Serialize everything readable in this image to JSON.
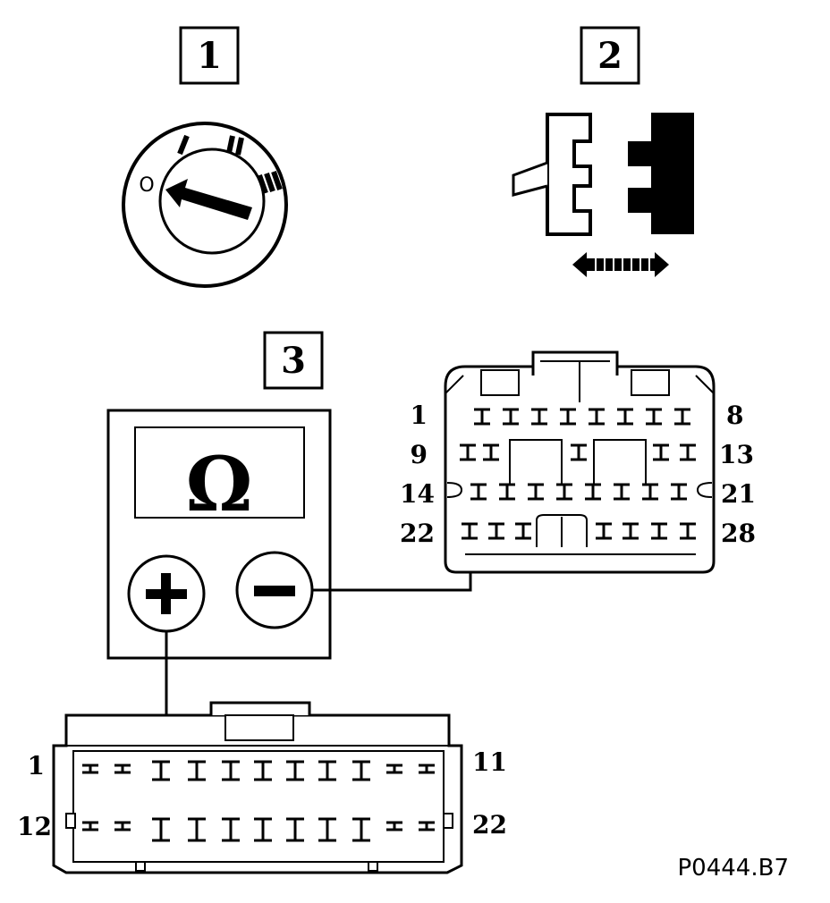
{
  "steps": {
    "step1": "1",
    "step2": "2",
    "step3": "3"
  },
  "ignition_switch": {
    "positions": [
      "O",
      "I",
      "II",
      "III"
    ]
  },
  "meter": {
    "display_symbol": "Ω",
    "plus_symbol": "+",
    "minus_symbol": "−"
  },
  "connector_top": {
    "row_labels": {
      "r1_left": "1",
      "r1_right": "8",
      "r2_left": "9",
      "r2_right": "13",
      "r3_left": "14",
      "r3_right": "21",
      "r4_left": "22",
      "r4_right": "28"
    }
  },
  "connector_bottom": {
    "row_labels": {
      "r1_left": "1",
      "r1_right": "11",
      "r2_left": "12",
      "r2_right": "22"
    }
  },
  "figure_ref": "P0444.B7"
}
